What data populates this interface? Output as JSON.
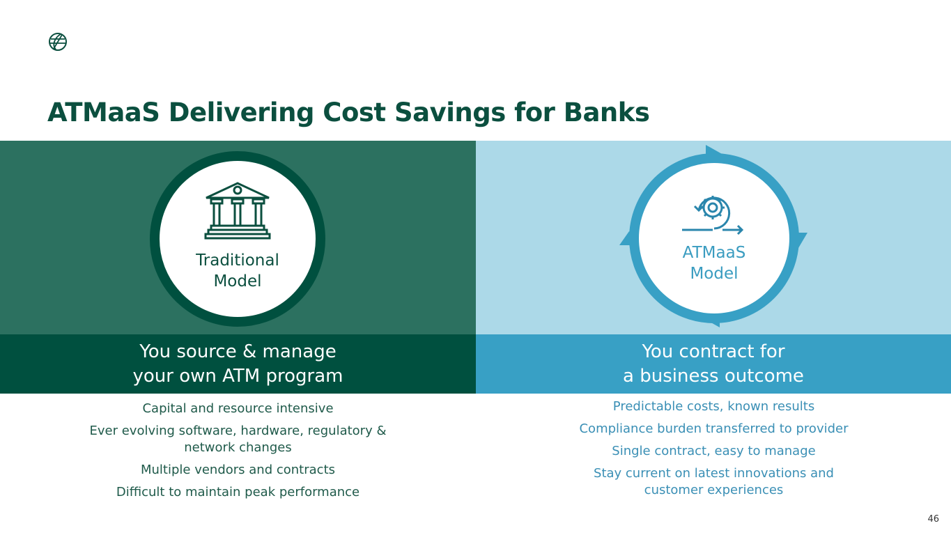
{
  "title": "ATMaaS Delivering Cost Savings for Banks",
  "traditional": {
    "circle_label_1": "Traditional",
    "circle_label_2": "Model",
    "band_line_1": "You source & manage",
    "band_line_2": "your own ATM program",
    "points": [
      "Capital and resource intensive",
      "Ever evolving software, hardware, regulatory & network changes",
      "Multiple vendors and contracts",
      "Difficult to maintain peak performance"
    ]
  },
  "atmaas": {
    "circle_label_1": "ATMaaS",
    "circle_label_2": "Model",
    "band_line_1": "You contract for",
    "band_line_2": "a business outcome",
    "points": [
      "Predictable costs, known results",
      "Compliance burden transferred to provider",
      "Single contract, easy to manage",
      "Stay current on latest innovations and customer experiences"
    ]
  },
  "page_number": "46",
  "colors": {
    "dark_green": "#00503f",
    "mid_green": "#2c7160",
    "light_blue": "#acd9e8",
    "blue": "#38a0c5"
  }
}
